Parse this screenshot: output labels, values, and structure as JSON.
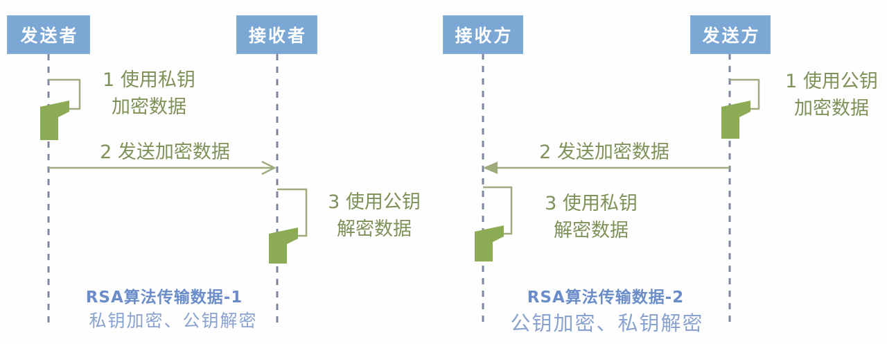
{
  "colors": {
    "actor_fill": "#7ba7d5",
    "actor_text": "#ffffff",
    "lifeline": "#7d87a0",
    "flow_line": "#9fab7c",
    "flag_fill": "#8cab55",
    "step_text": "#7f9159",
    "caption_title": "#6a8cc9",
    "caption_subtitle": "#8aa2cf"
  },
  "left": {
    "sender": "发送者",
    "receiver": "接收者",
    "step1_line1": "1 使用私钥",
    "step1_line2": "加密数据",
    "step2": "2 发送加密数据",
    "step3_line1": "3 使用公钥",
    "step3_line2": "解密数据",
    "caption_title": "RSA算法传输数据-1",
    "caption_subtitle": "私钥加密、公钥解密"
  },
  "right": {
    "receiver": "接收方",
    "sender": "发送方",
    "step1_line1": "1 使用公钥",
    "step1_line2": "加密数据",
    "step2": "2 发送加密数据",
    "step3_line1": "3 使用私钥",
    "step3_line2": "解密数据",
    "caption_title": "RSA算法传输数据-2",
    "caption_subtitle": "公钥加密、私钥解密"
  }
}
